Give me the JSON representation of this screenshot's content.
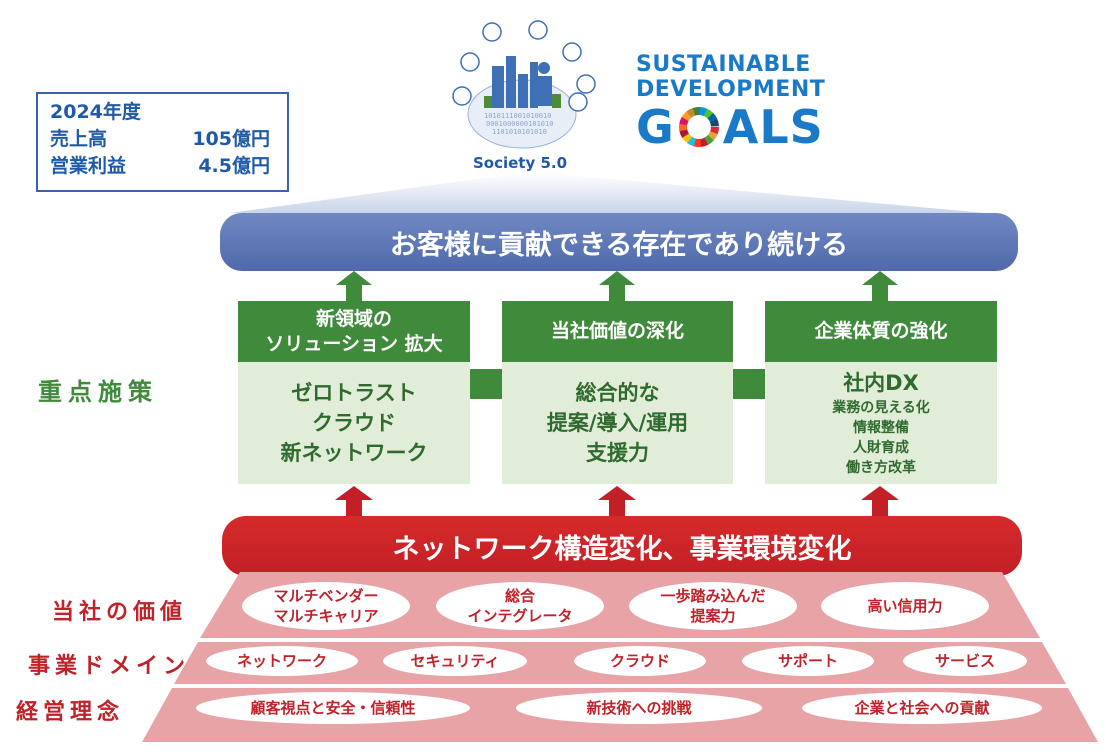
{
  "revenue_box": {
    "year": "2024年度",
    "sales_label": "売上高",
    "sales_value": "105億円",
    "profit_label": "営業利益",
    "profit_value": "4.5億円"
  },
  "society": {
    "caption": "Society 5.0"
  },
  "sdgs": {
    "line1": "SUSTAINABLE",
    "line2": "DEVELOPMENT",
    "line3_prefix": "G",
    "line3_suffix": "ALS"
  },
  "goal": "お客様に貢献できる存在であり続ける",
  "key_measures_label": "重点施策",
  "pillars": [
    {
      "head1": "新領域の",
      "head2": "ソリューション 拡大",
      "body": [
        "ゼロトラスト",
        "クラウド",
        "新ネットワーク"
      ]
    },
    {
      "head": "当社価値の深化",
      "body": [
        "総合的な",
        "提案/導入/運用",
        "支援力"
      ]
    },
    {
      "head": "企業体質の強化",
      "body_title": "社内DX",
      "body": [
        "業務の見える化",
        "情報整備",
        "人財育成",
        "働き方改革"
      ]
    }
  ],
  "change_bar": "ネットワーク構造変化、事業環境変化",
  "values": {
    "label": "当社の価値",
    "items": [
      [
        "マルチベンダー",
        "マルチキャリア"
      ],
      [
        "総合",
        "インテグレータ"
      ],
      [
        "一歩踏み込んだ",
        "提案力"
      ],
      [
        "高い信用力"
      ]
    ]
  },
  "domains": {
    "label": "事業ドメイン",
    "items": [
      "ネットワーク",
      "セキュリティ",
      "クラウド",
      "サポート",
      "サービス"
    ]
  },
  "philosophy": {
    "label": "経営理念",
    "items": [
      "顧客視点と安全・信頼性",
      "新技術への挑戦",
      "企業と社会への貢献"
    ]
  },
  "colors": {
    "blue": "#4f69ab",
    "green": "#3f8a3b",
    "light_green": "#e2edd9",
    "red": "#c21f27",
    "pink": "#e7a3a6"
  }
}
